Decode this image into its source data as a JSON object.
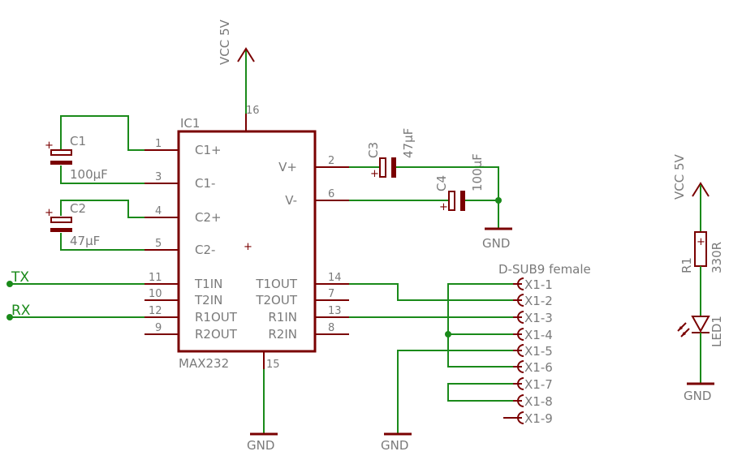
{
  "ic": {
    "ref": "IC1",
    "value": "MAX232",
    "pin_vcc": "16",
    "pin_gnd": "15",
    "pins_left": [
      {
        "num": "1",
        "label": "C1+"
      },
      {
        "num": "3",
        "label": "C1-"
      },
      {
        "num": "4",
        "label": "C2+"
      },
      {
        "num": "5",
        "label": "C2-"
      },
      {
        "num": "11",
        "label": "T1IN"
      },
      {
        "num": "10",
        "label": "T2IN"
      },
      {
        "num": "12",
        "label": "R1OUT"
      },
      {
        "num": "9",
        "label": "R2OUT"
      }
    ],
    "pins_right": [
      {
        "num": "2",
        "label": "V+"
      },
      {
        "num": "6",
        "label": "V-"
      },
      {
        "num": "14",
        "label": "T1OUT"
      },
      {
        "num": "7",
        "label": "T2OUT"
      },
      {
        "num": "13",
        "label": "R1IN"
      },
      {
        "num": "8",
        "label": "R2IN"
      }
    ]
  },
  "power": {
    "vcc_label": "VCC 5V",
    "gnd_label": "GND"
  },
  "capacitors": {
    "c1": {
      "ref": "C1",
      "value": "100µF"
    },
    "c2": {
      "ref": "C2",
      "value": "47µF"
    },
    "c3": {
      "ref": "C3",
      "value": "47µF"
    },
    "c4": {
      "ref": "C4",
      "value": "100µF"
    }
  },
  "signals": {
    "tx": "TX",
    "rx": "RX"
  },
  "connector": {
    "title": "D-SUB9 female",
    "pins": [
      "X1-1",
      "X1-2",
      "X1-3",
      "X1-4",
      "X1-5",
      "X1-6",
      "X1-7",
      "X1-8",
      "X1-9"
    ]
  },
  "resistor": {
    "ref": "R1",
    "value": "330R"
  },
  "led": {
    "ref": "LED1"
  }
}
